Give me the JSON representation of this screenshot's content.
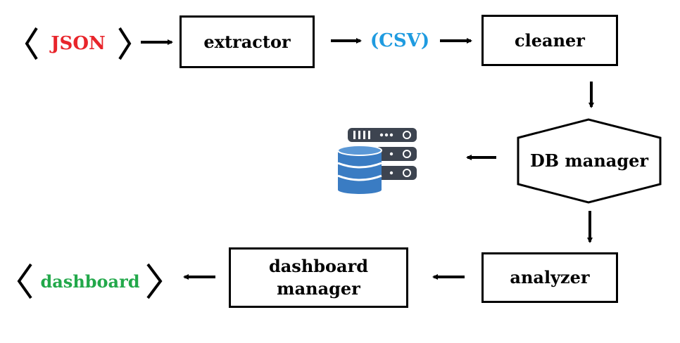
{
  "nodes": {
    "json": "JSON",
    "extractor": "extractor",
    "csv": "(CSV)",
    "cleaner": "cleaner",
    "db_manager": "DB manager",
    "analyzer": "analyzer",
    "dashboard_manager_line1": "dashboard",
    "dashboard_manager_line2": "manager",
    "dashboard": "dashboard"
  },
  "colors": {
    "json": "#e8252b",
    "csv": "#1f9be0",
    "dashboard": "#22a84a",
    "database_icon": "#3a7cc3",
    "server_icon": "#3d4450"
  },
  "icons": {
    "database": "database-server-icon"
  }
}
